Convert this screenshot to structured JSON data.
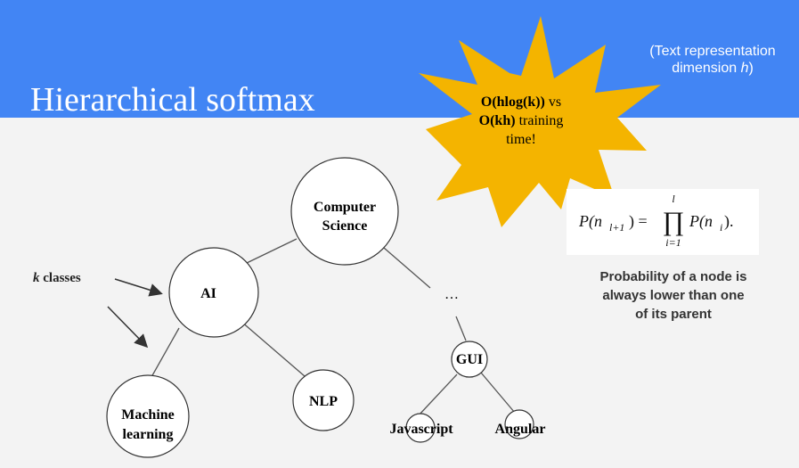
{
  "slide": {
    "title": "Hierarchical softmax",
    "note_line1": "(Text representation",
    "note_line2_prefix": "dimension ",
    "note_var": "h",
    "note_suffix": ")"
  },
  "starburst": {
    "line1_bold": "O(hlog(k))",
    "line1_rest": " vs",
    "line2_bold": "O(kh)",
    "line2_rest": " training",
    "line3": "time!",
    "color": "#f4b400"
  },
  "formula": {
    "lhs": "P(n",
    "lhs_sub": "l+1",
    "lhs_close": ") =",
    "prod_upper": "l",
    "prod_lower": "i=1",
    "rhs": "P(n",
    "rhs_sub": "i",
    "rhs_close": ")."
  },
  "caption": {
    "line1": "Probability of a node is",
    "line2": "always lower than one",
    "line3": "of its parent"
  },
  "classes_label": {
    "var": "k",
    "text": " classes"
  },
  "tree": {
    "nodes": {
      "cs_line1": "Computer",
      "cs_line2": "Science",
      "ai": "AI",
      "ellipsis": "…",
      "ml_line1": "Machine",
      "ml_line2": "learning",
      "nlp": "NLP",
      "gui": "GUI",
      "javascript": "Javascript",
      "angular": "Angular"
    }
  },
  "colors": {
    "header": "#4285f4",
    "background": "#f3f3f3",
    "starburst": "#f4b400"
  }
}
